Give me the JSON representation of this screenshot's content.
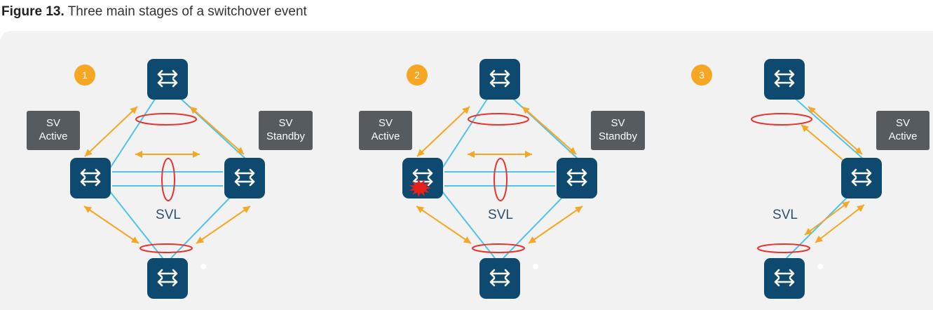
{
  "figure": {
    "label": "Figure 13.",
    "title": "Three main stages of a switchover event"
  },
  "colors": {
    "switch": "#0e4a6f",
    "link": "#4fc3e8",
    "ellipse": "#e8332f",
    "arrow": "#f5a623",
    "badge": "#f5a623",
    "role_box": "#555b5e",
    "svl_text": "#2e4f6a",
    "panel_bg": "#f2f2f2",
    "failure": "#e8201c"
  },
  "icons": {
    "switch": "switch-arrows-icon",
    "failure": "failure-burst-icon"
  },
  "stages": [
    {
      "number": "1",
      "svl_label": "SVL",
      "left_role": [
        "SV",
        "Active"
      ],
      "right_role": [
        "SV",
        "Standby"
      ],
      "failed_switch": "none"
    },
    {
      "number": "2",
      "svl_label": "SVL",
      "left_role": [
        "SV",
        "Active"
      ],
      "right_role": [
        "SV",
        "Standby"
      ],
      "failed_switch": "left"
    },
    {
      "number": "3",
      "svl_label": "SVL",
      "right_role": [
        "SV",
        "Active"
      ]
    }
  ]
}
